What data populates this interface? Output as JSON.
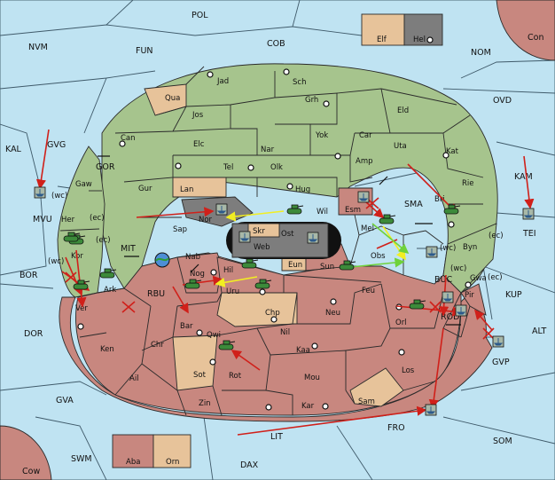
{
  "colors": {
    "sea": "#bfe3f2",
    "neutral_land": "#e7c39a",
    "green_power": "#a6c48d",
    "red_power": "#c8877f",
    "grey": "#7d7d7d",
    "center": "#ffffff",
    "move_arrow": "#d0201a",
    "support_arrow_yellow": "#f2ee22",
    "support_arrow_green": "#6fd23a",
    "black": "#111111"
  },
  "sea_labels": [
    "POL",
    "NVM",
    "FUN",
    "COB",
    "NOM",
    "Con",
    "OVD",
    "KAL",
    "GVG",
    "KAM",
    "TEI",
    "MVU",
    "GOR",
    "MIT",
    "SMA",
    "BOR",
    "RBU",
    "BUC",
    "KUP",
    "ALT",
    "DOR",
    "ROD",
    "GVP",
    "GVA",
    "SOM",
    "FRO",
    "LIT",
    "SWM",
    "DAX",
    "Cow"
  ],
  "land_labels": [
    "Elf",
    "Hel",
    "Jad",
    "Sch",
    "Qua",
    "Jos",
    "Grh",
    "Eld",
    "Can",
    "Yok",
    "Car",
    "Elc",
    "Nar",
    "Uta",
    "Kat",
    "Tel",
    "Olk",
    "Amp",
    "Gur",
    "Lan",
    "Hug",
    "Rie",
    "Gaw",
    "Her",
    "Nor",
    "Skr",
    "Wil",
    "Esm",
    "Bri",
    "Sap",
    "Ost",
    "Web",
    "Mel",
    "Kor",
    "Nab",
    "Eun",
    "Sun",
    "Obs",
    "Byn",
    "Gwa",
    "Ark",
    "Nog",
    "Hil",
    "Uru",
    "Feu",
    "Pir",
    "Chp",
    "Neu",
    "Orl",
    "Ver",
    "Bar",
    "Nil",
    "Qwi",
    "Ken",
    "Chr",
    "Kaa",
    "Ail",
    "Sot",
    "Rot",
    "Mou",
    "Los",
    "Sam",
    "Zin",
    "Kar",
    "Aba",
    "Orn"
  ],
  "coast_labels": [
    "(wc)",
    "(ec)",
    "(ec)",
    "(wc)",
    "(wc)",
    "(ec)",
    "(wc)",
    "(ec)"
  ],
  "fleets": [
    "GVG",
    "KAM",
    "Nor",
    "Esm",
    "Skr",
    "Web",
    "Obs",
    "BUC",
    "ROD",
    "GVP",
    "FRO"
  ],
  "armies": [
    "Kor",
    "Her",
    "Ark",
    "Nog",
    "Hil",
    "Wil",
    "Mel",
    "Bri",
    "Uru",
    "Qwi",
    "Orl",
    "Sun",
    "Ver"
  ],
  "failed_orders": [
    "Ark",
    "Bri",
    "MIT",
    "Pir",
    "GVP"
  ]
}
